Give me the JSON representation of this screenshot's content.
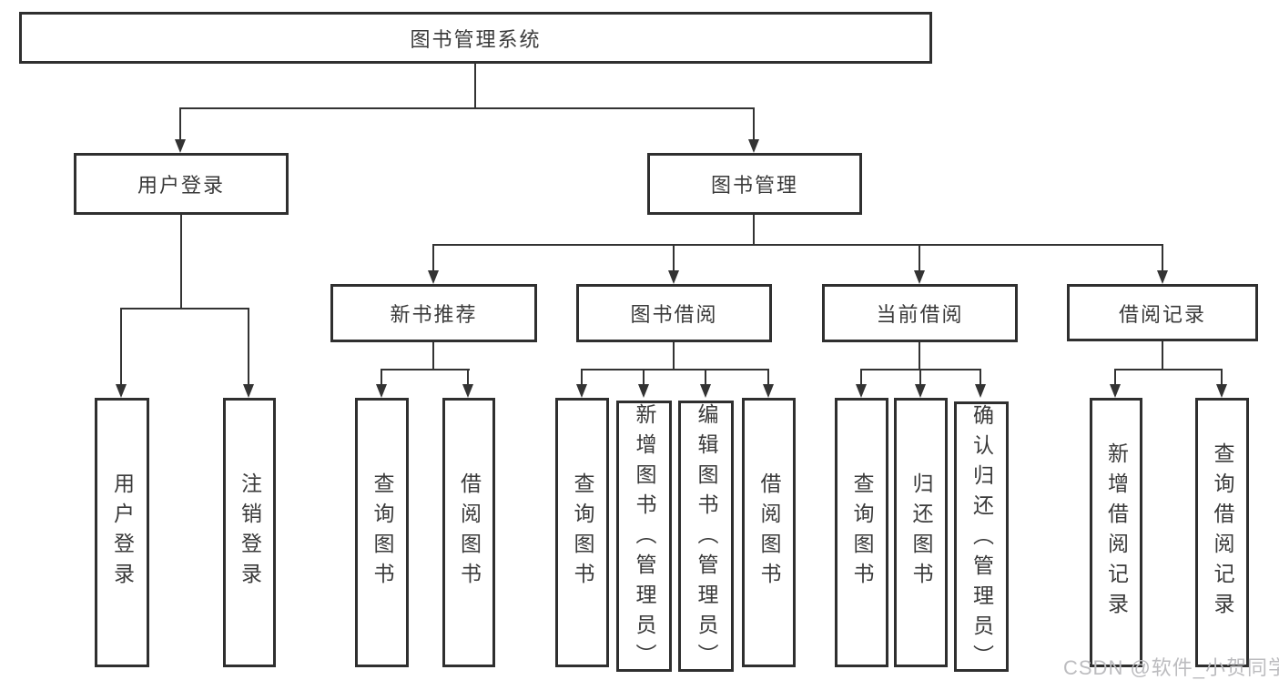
{
  "diagram": {
    "root": {
      "label": "图书管理系统"
    },
    "level2": {
      "user_login": {
        "label": "用户登录"
      },
      "book_management": {
        "label": "图书管理"
      }
    },
    "level3": {
      "new_book_recommend": {
        "label": "新书推荐"
      },
      "book_borrow": {
        "label": "图书借阅"
      },
      "current_borrow": {
        "label": "当前借阅"
      },
      "borrow_record": {
        "label": "借阅记录"
      }
    },
    "leaves": {
      "user_login": [
        "用户登录",
        "注销登录"
      ],
      "new_book_recommend": [
        "查询图书",
        "借阅图书"
      ],
      "book_borrow": [
        "查询图书",
        "新增图书（管理员）",
        "编辑图书（管理员）",
        "借阅图书"
      ],
      "current_borrow": [
        "查询图书",
        "归还图书",
        "确认归还（管理员）"
      ],
      "borrow_record": [
        "新增借阅记录",
        "查询借阅记录"
      ]
    },
    "colors": {
      "line": "#333333",
      "box_border": "#2f2f2f",
      "text": "#3a3a3a",
      "watermark": "#bcbcbf",
      "background": "#ffffff"
    }
  },
  "watermark": {
    "text": "CSDN @软件_小贺同学"
  }
}
